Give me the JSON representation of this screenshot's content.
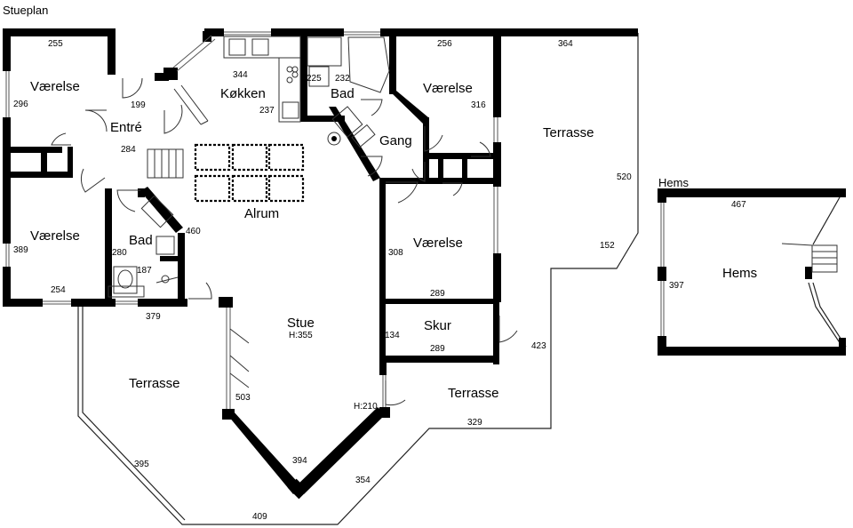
{
  "plan_title": "Stueplan",
  "rooms": {
    "vaerelse_nw": "Værelse",
    "entre": "Entré",
    "koekken": "Køkken",
    "bad_top": "Bad",
    "vaerelse_ne": "Værelse",
    "gang": "Gang",
    "terrasse_ne": "Terrasse",
    "alrum": "Alrum",
    "vaerelse_sw": "Værelse",
    "bad_left": "Bad",
    "vaerelse_e": "Værelse",
    "skur": "Skur",
    "stue": "Stue",
    "stue_height": "H:355",
    "terrasse_sw": "Terrasse",
    "terrasse_se": "Terrasse",
    "door_height": "H:210"
  },
  "dims": {
    "d255": "255",
    "d296": "296",
    "d199": "199",
    "d284": "284",
    "d344": "344",
    "d237": "237",
    "d225": "225",
    "d232": "232",
    "d256": "256",
    "d316": "316",
    "d364": "364",
    "d520": "520",
    "d389": "389",
    "d280": "280",
    "d187": "187",
    "d460": "460",
    "d254": "254",
    "d379": "379",
    "d308": "308",
    "d289a": "289",
    "d134": "134",
    "d289b": "289",
    "d152": "152",
    "d423": "423",
    "d503": "503",
    "d395": "395",
    "d394": "394",
    "d354": "354",
    "d409": "409",
    "d329": "329"
  },
  "hems": {
    "title": "Hems",
    "room": "Hems",
    "d467": "467",
    "d397": "397"
  }
}
